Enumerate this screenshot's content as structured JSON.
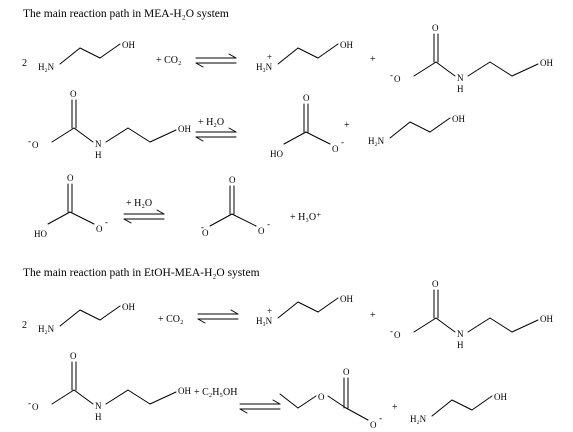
{
  "headings": {
    "mea_h2o": "The main reaction path in MEA-H₂O system",
    "etoh_mea_h2o": "The main reaction path in EtOH-MEA-H₂O system"
  },
  "atoms": {
    "oh": "OH",
    "ho": "HO",
    "h2n": "H₂N",
    "h3n": "H₃N",
    "n": "N",
    "h": "H",
    "o": "O",
    "neg": "-",
    "pos": "+"
  },
  "coefficients": {
    "two": "2"
  },
  "operators": {
    "plus": "+",
    "plus_co2": "+ CO₂",
    "plus_h2o": "+ H₂O",
    "plus_h3o": "+ H₃O⁺",
    "plus_etoh": "+ C₂H₅OH"
  }
}
